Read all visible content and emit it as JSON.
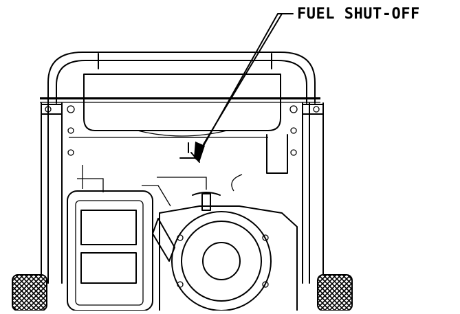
{
  "diagram": {
    "callout": {
      "label": "FUEL SHUT-OFF"
    },
    "colors": {
      "line": "#000000",
      "background": "#ffffff"
    },
    "icons": [
      "generator-front-view",
      "wheel-tread-pattern",
      "fuel-valve-symbol"
    ]
  }
}
